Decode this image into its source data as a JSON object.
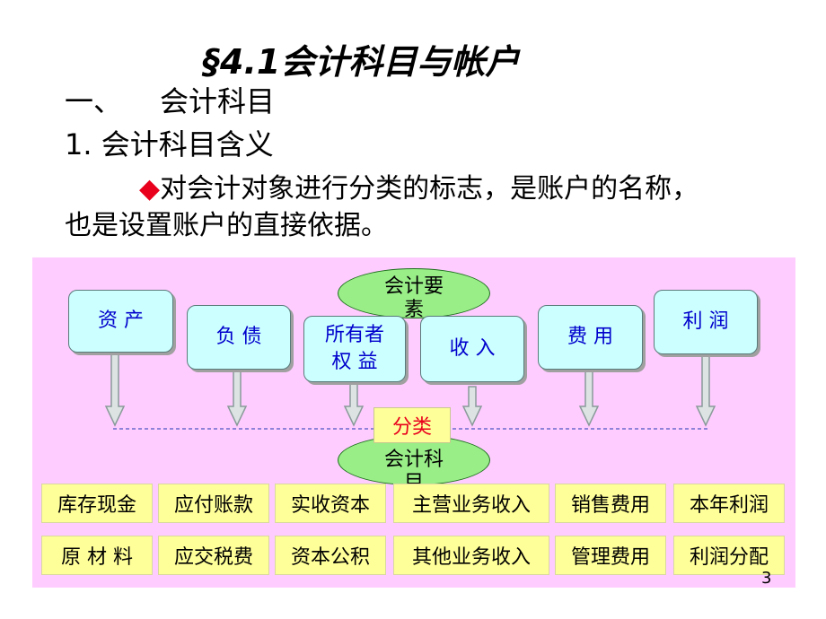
{
  "slide": {
    "title": "§4.1会计科目与帐户",
    "heading1_num": "一、",
    "heading1_text": "会计科目",
    "heading2": "1. 会计科目含义",
    "bullet_symbol": "◆",
    "para_line1": "对会计对象进行分类的标志，是账户的名称，",
    "para_line2": "也是设置账户的直接依据。",
    "page_number": "3"
  },
  "diagram": {
    "top_ellipse_line1": "会计要",
    "top_ellipse_line2": "素",
    "elements": [
      {
        "line1": "资 产",
        "line2": ""
      },
      {
        "line1": "负 债",
        "line2": ""
      },
      {
        "line1": "所有者",
        "line2": "权  益"
      },
      {
        "line1": "收 入",
        "line2": ""
      },
      {
        "line1": "费 用",
        "line2": ""
      },
      {
        "line1": "利 润",
        "line2": ""
      }
    ],
    "classify_label": "分类",
    "bottom_ellipse_line1": "会计科",
    "bottom_ellipse_line2": "目",
    "accounts_row1": [
      "库存现金",
      "应付账款",
      "实收资本",
      "主营业务收入",
      "销售费用",
      "本年利润"
    ],
    "accounts_row2": [
      "原 材 料",
      "应交税费",
      "资本公积",
      "其他业务收入",
      "管理费用",
      "利润分配"
    ],
    "colors": {
      "background": "#ffccff",
      "element_box": "#ccffff",
      "element_text": "#0000cc",
      "ellipse": "#99ee88",
      "account_box": "#ffff99",
      "accent_red": "#e8001c"
    }
  }
}
